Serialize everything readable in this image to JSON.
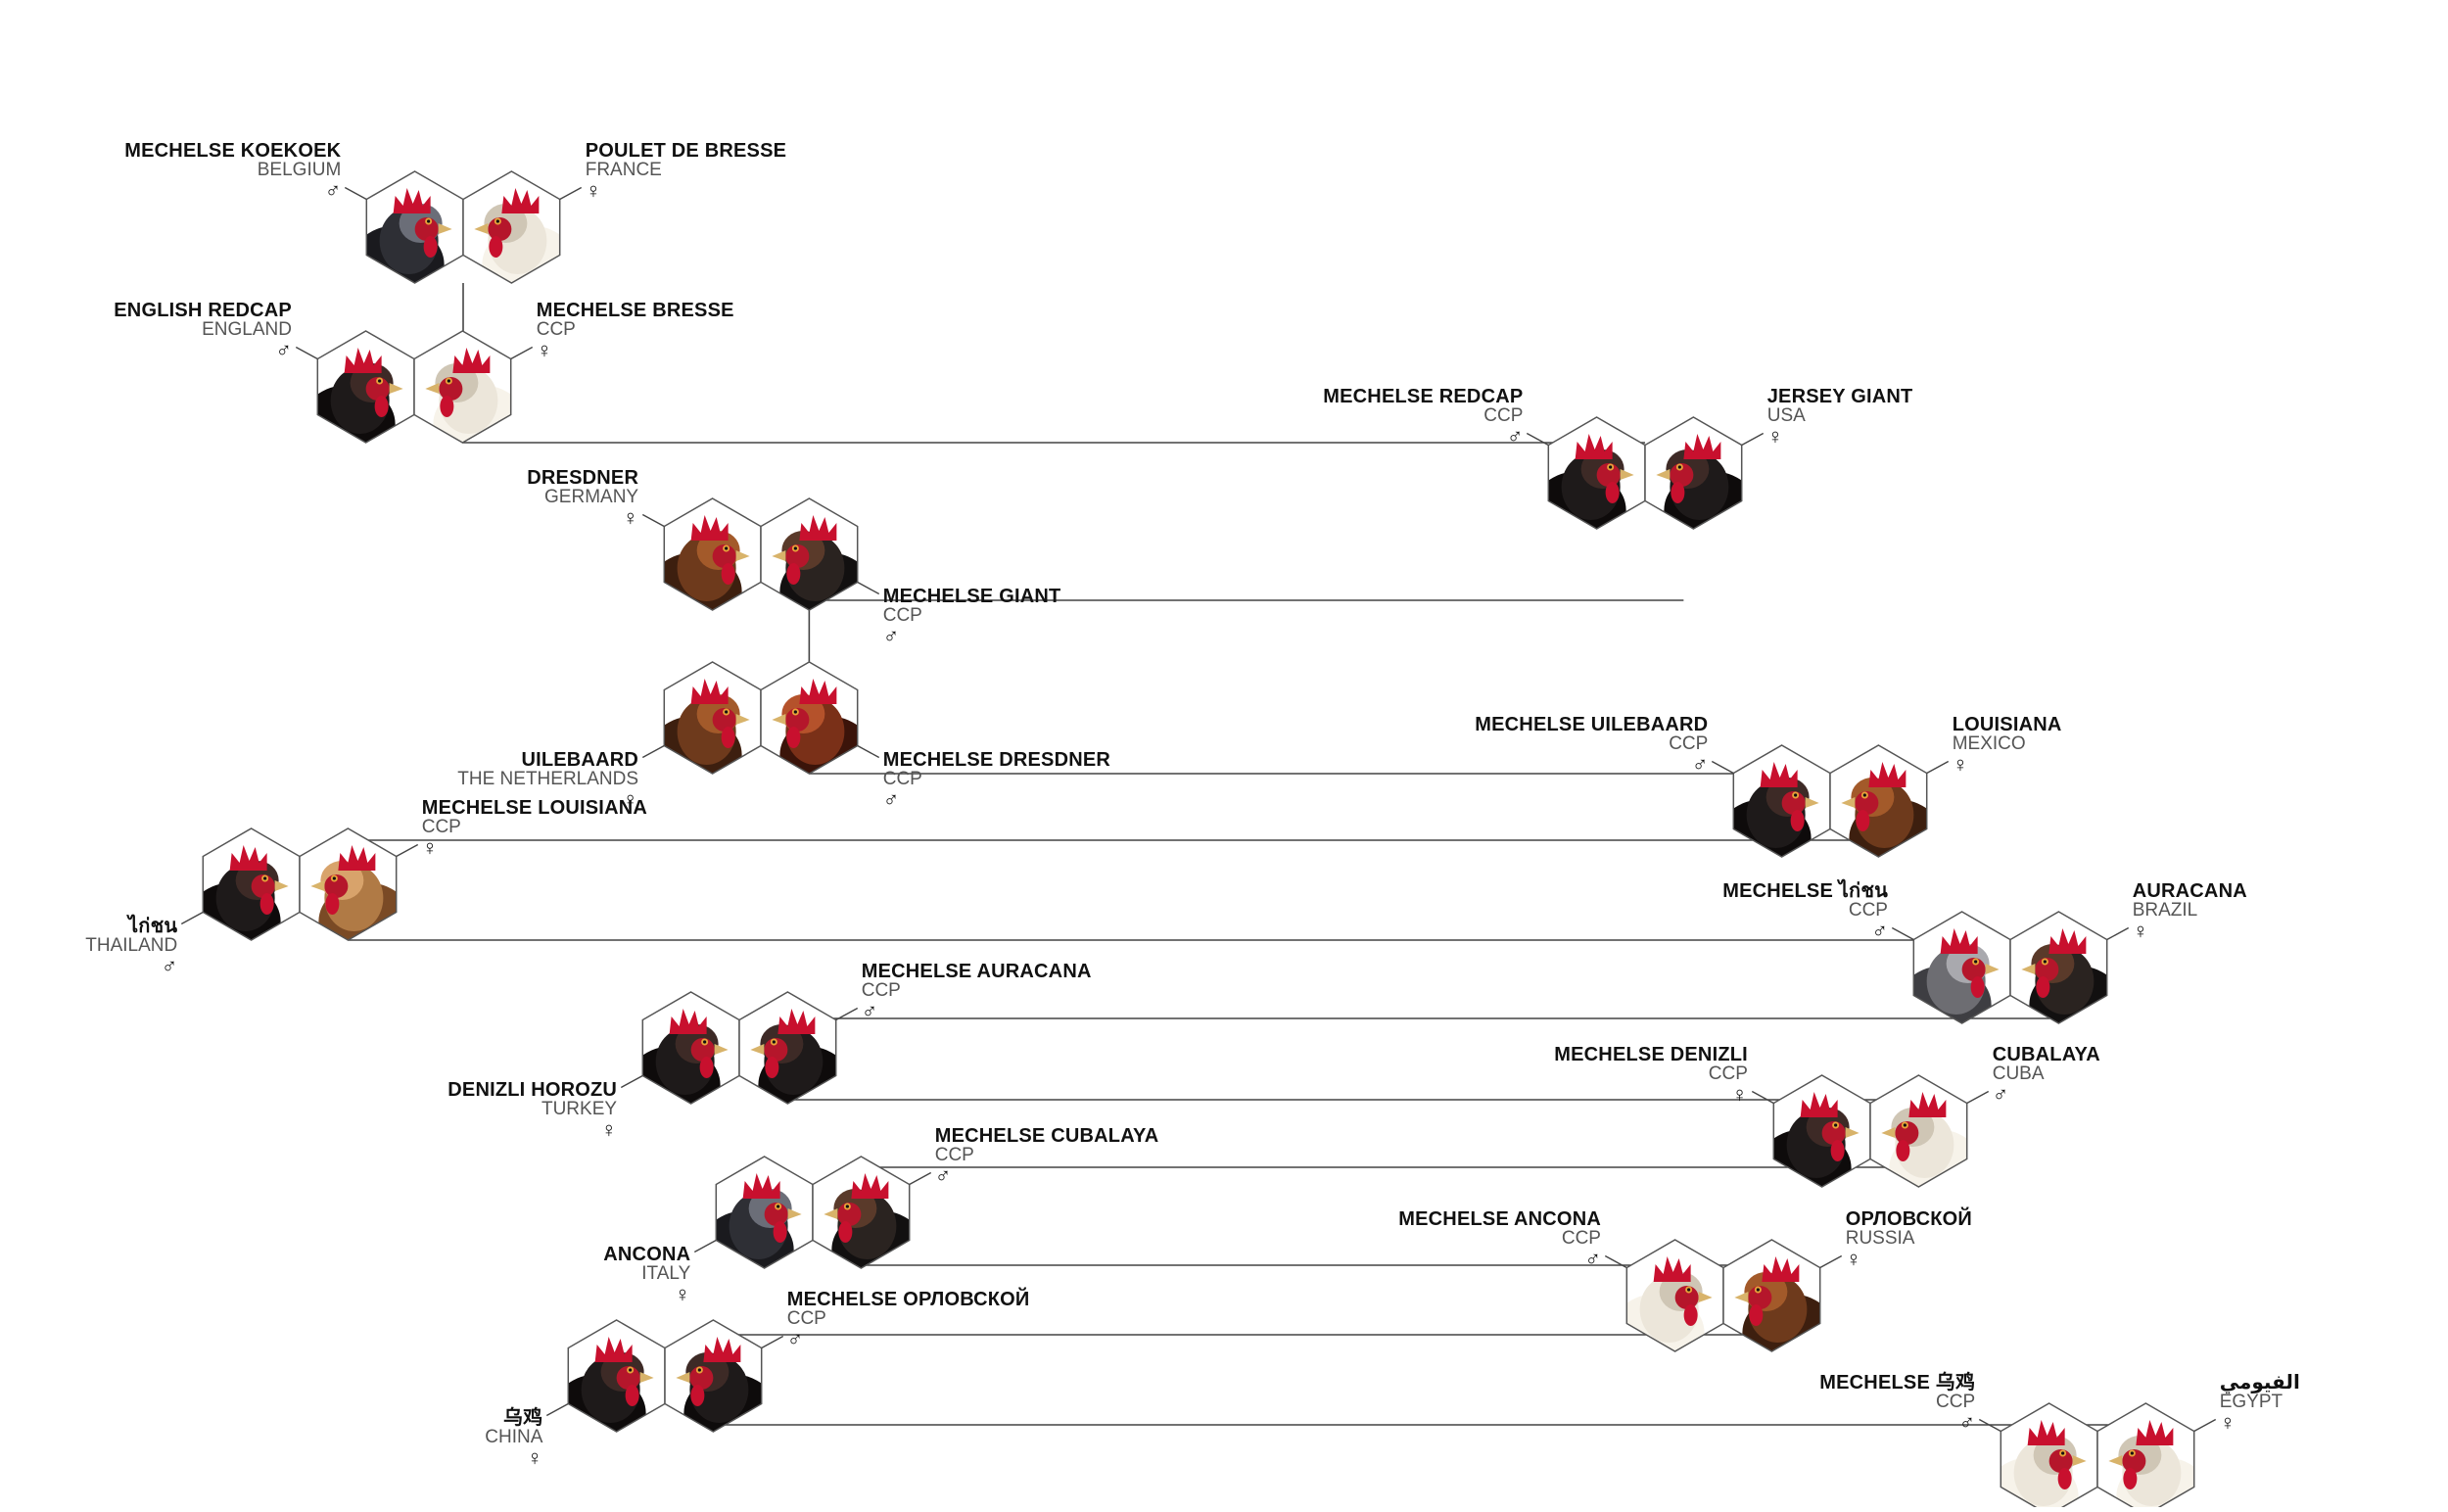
{
  "colors": {
    "lines": "#444444",
    "hex_outline": "#555555",
    "text": "#111111",
    "subtext": "#555555",
    "comb_red": "#c8102e"
  },
  "symbols": {
    "male": "♂",
    "female": "♀"
  },
  "pairs": [
    {
      "id": "p1",
      "left": {
        "name": "MECHELSE KOEKOEK",
        "origin": "BELGIUM",
        "sex": "♂",
        "palette": "dark-speckled"
      },
      "right": {
        "name": "POULET DE BRESSE",
        "origin": "FRANCE",
        "sex": "♀",
        "palette": "white"
      }
    },
    {
      "id": "p2",
      "left": {
        "name": "ENGLISH REDCAP",
        "origin": "ENGLAND",
        "sex": "♂",
        "palette": "black"
      },
      "right": {
        "name": "MECHELSE BRESSE",
        "origin": "CCP",
        "sex": "♀",
        "palette": "white"
      }
    },
    {
      "id": "p3",
      "left": {
        "name": "MECHELSE REDCAP",
        "origin": "CCP",
        "sex": "♂",
        "palette": "black"
      },
      "right": {
        "name": "JERSEY GIANT",
        "origin": "USA",
        "sex": "♀",
        "palette": "black"
      }
    },
    {
      "id": "p4",
      "left": {
        "name": "DRESDNER",
        "origin": "GERMANY",
        "sex": "♀",
        "palette": "brown"
      },
      "right": {
        "name": "MECHELSE GIANT",
        "origin": "CCP",
        "sex": "♂",
        "palette": "dark"
      }
    },
    {
      "id": "p5",
      "left": {
        "name": "UILEBAARD",
        "origin": "THE NETHERLANDS",
        "sex": "♀",
        "palette": "brown"
      },
      "right": {
        "name": "MECHELSE DRESDNER",
        "origin": "CCP",
        "sex": "♂",
        "palette": "brown-red"
      }
    },
    {
      "id": "p6",
      "left": {
        "name": "MECHELSE UILEBAARD",
        "origin": "CCP",
        "sex": "♂",
        "palette": "black"
      },
      "right": {
        "name": "LOUISIANA",
        "origin": "MEXICO",
        "sex": "♀",
        "palette": "brown"
      }
    },
    {
      "id": "p7",
      "left": {
        "name": "ไก่ชน",
        "origin": "THAILAND",
        "sex": "♂",
        "palette": "black"
      },
      "right": {
        "name": "MECHELSE LOUISIANA",
        "origin": "CCP",
        "sex": "♀",
        "palette": "tan"
      }
    },
    {
      "id": "p8",
      "left": {
        "name": "MECHELSE ไก่ชน",
        "origin": "CCP",
        "sex": "♂",
        "palette": "gray"
      },
      "right": {
        "name": "AURACANA",
        "origin": "BRAZIL",
        "sex": "♀",
        "palette": "dark"
      }
    },
    {
      "id": "p9",
      "left": {
        "name": "DENIZLI HOROZU",
        "origin": "TURKEY",
        "sex": "♀",
        "palette": "black"
      },
      "right": {
        "name": "MECHELSE AURACANA",
        "origin": "CCP",
        "sex": "♂",
        "palette": "black"
      }
    },
    {
      "id": "p10",
      "left": {
        "name": "MECHELSE DENIZLI",
        "origin": "CCP",
        "sex": "♀",
        "palette": "black"
      },
      "right": {
        "name": "CUBALAYA",
        "origin": "CUBA",
        "sex": "♂",
        "palette": "white"
      }
    },
    {
      "id": "p11",
      "left": {
        "name": "ANCONA",
        "origin": "ITALY",
        "sex": "♀",
        "palette": "dark-speckled"
      },
      "right": {
        "name": "MECHELSE CUBALAYA",
        "origin": "CCP",
        "sex": "♂",
        "palette": "dark"
      }
    },
    {
      "id": "p12",
      "left": {
        "name": "MECHELSE ANCONA",
        "origin": "CCP",
        "sex": "♂",
        "palette": "white"
      },
      "right": {
        "name": "ОРЛОВСКОЙ",
        "origin": "RUSSIA",
        "sex": "♀",
        "palette": "brown"
      }
    },
    {
      "id": "p13",
      "left": {
        "name": "乌鸡",
        "origin": "CHINA",
        "sex": "♀",
        "palette": "black"
      },
      "right": {
        "name": "MECHELSE ОРЛОВСКОЙ",
        "origin": "CCP",
        "sex": "♂",
        "palette": "black"
      }
    },
    {
      "id": "p14",
      "left": {
        "name": "MECHELSE 乌鸡",
        "origin": "CCP",
        "sex": "♂",
        "palette": "white"
      },
      "right": {
        "name": "الفيومي",
        "origin": "EGYPT",
        "sex": "♀",
        "palette": "white"
      }
    }
  ]
}
